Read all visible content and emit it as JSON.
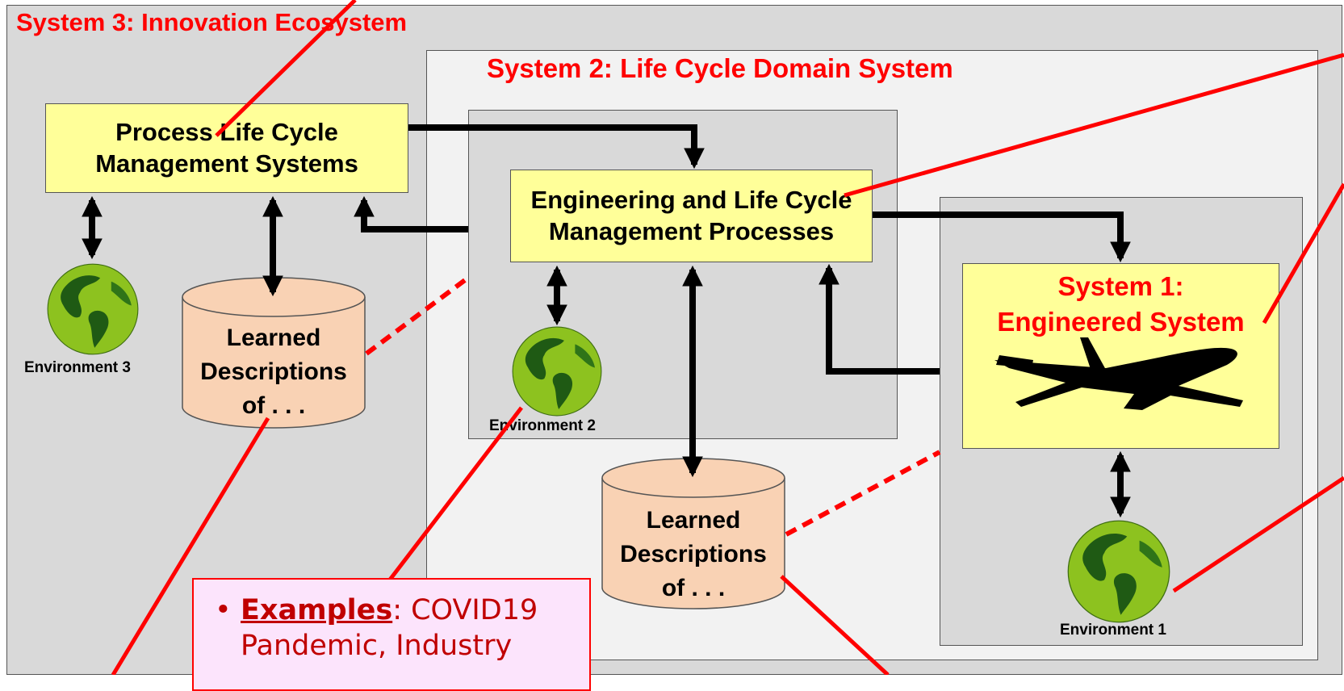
{
  "system3": {
    "title": "System 3:  Innovation Ecosystem"
  },
  "system2": {
    "title": "System 2: Life Cycle Domain System"
  },
  "process_box": {
    "line1": "Process Life Cycle",
    "line2": "Management Systems"
  },
  "engineering_box": {
    "line1": "Engineering and Life Cycle",
    "line2": "Management Processes"
  },
  "system1": {
    "line1": "System 1:",
    "line2": "Engineered System",
    "icon": "airplane-icon"
  },
  "learned_left": {
    "line1": "Learned",
    "line2": "Descriptions",
    "line3": "of . . ."
  },
  "learned_middle": {
    "line1": "Learned",
    "line2": "Descriptions",
    "line3": "of . . ."
  },
  "environments": {
    "env1": "Environment 1",
    "env2": "Environment 2",
    "env3": "Environment 3",
    "icon": "globe-icon"
  },
  "callout": {
    "bullet": "•",
    "label": "Examples",
    "text_after_label": ": COVID19",
    "line2": "Pandemic, Industry"
  },
  "colors": {
    "accent_red": "#ff0000",
    "box_yellow": "#ffff99",
    "cylinder_peach": "#f9d2b4",
    "region_gray": "#d9d9d9",
    "region_light": "#f2f2f2",
    "callout_pink": "#fce4fc"
  }
}
